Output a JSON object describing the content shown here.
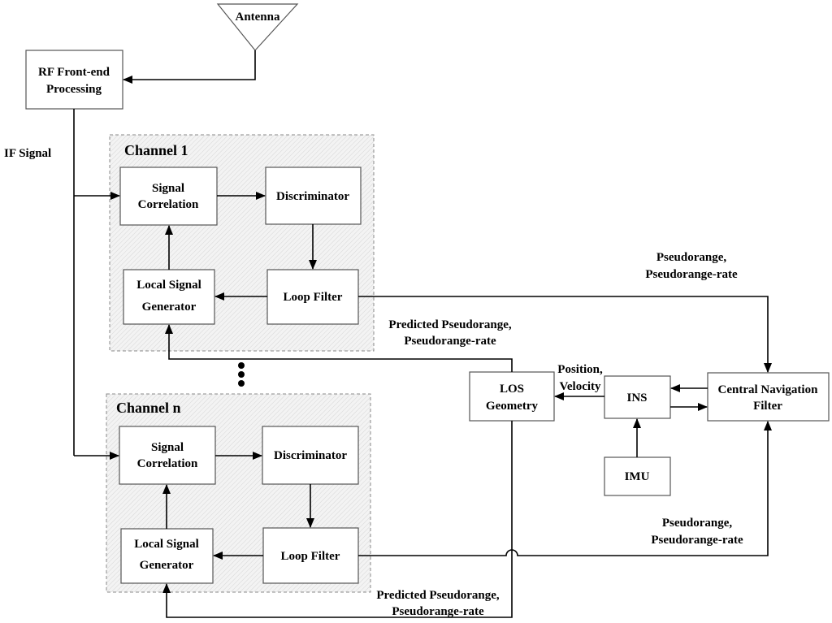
{
  "antenna": "Antenna",
  "rf_frontend": [
    "RF Front-end",
    "Processing"
  ],
  "if_signal": "IF Signal",
  "channel1": {
    "title": "Channel 1",
    "signal_correlation": [
      "Signal",
      "Correlation"
    ],
    "discriminator": "Discriminator",
    "local_signal_generator": [
      "Local Signal",
      "Generator"
    ],
    "loop_filter": "Loop Filter"
  },
  "channeln": {
    "title": "Channel n",
    "signal_correlation": [
      "Signal",
      "Correlation"
    ],
    "discriminator": "Discriminator",
    "local_signal_generator": [
      "Local Signal",
      "Generator"
    ],
    "loop_filter": "Loop Filter"
  },
  "los_geometry": [
    "LOS",
    "Geometry"
  ],
  "ins": "INS",
  "imu": "IMU",
  "central_nav_filter": [
    "Central Navigation",
    "Filter"
  ],
  "position_velocity": [
    "Position,",
    "Velocity"
  ],
  "pseudo_top": [
    "Pseudorange,",
    "Pseudorange-rate"
  ],
  "predicted_top": [
    "Predicted Pseudorange,",
    "Pseudorange-rate"
  ],
  "pseudo_bottom": [
    "Pseudorange,",
    "Pseudorange-rate"
  ],
  "predicted_bottom": [
    "Predicted Pseudorange,",
    "Pseudorange-rate"
  ]
}
